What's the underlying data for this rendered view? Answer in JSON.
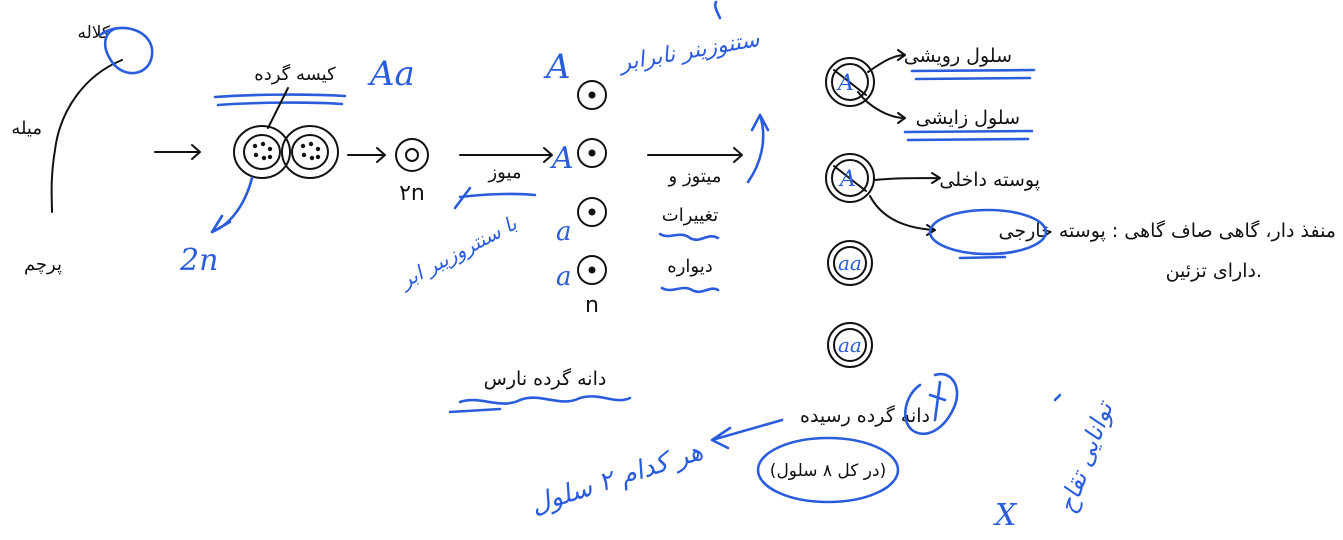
{
  "labels": {
    "stigma": "کلاله",
    "style": "میله",
    "stamen": "پرچم",
    "pollen_sac": "کیسه گرده",
    "two_n": "۲n",
    "meiosis": "میوز",
    "mitosis_changes_1": "میتوز و",
    "mitosis_changes_2": "تغییرات",
    "wall": "دیواره",
    "n": "n",
    "vegetative_cell": "سلول رویشی",
    "generative_cell": "سلول زایشی",
    "inner_coat": "پوسته داخلی",
    "outer_coat_desc": "منفذ دار، گاهی صاف گاهی : پوسته خارجی",
    "ornament": "دارای تزئین.",
    "immature_pollen": "دانه گرده نارس",
    "mature_pollen": "دانه گرده رسیده",
    "total_cells": "(در کل ۸ سلول)"
  },
  "handwriting": {
    "genotype": "Aa",
    "diploid": "2n",
    "allele_A1": "A",
    "allele_A2": "A",
    "allele_a1": "a",
    "allele_a2": "a",
    "after_meiosis_note": "با سنتروزیبر ابر",
    "top_note": "ستنوزینر نابرابر",
    "each_two_cells": "هر کدام ۲ سلول",
    "cannot_divide": "توانایی تقاح",
    "x_mark": "X"
  },
  "colors": {
    "ink": "#111111",
    "annotation": "#2a5cdc"
  }
}
